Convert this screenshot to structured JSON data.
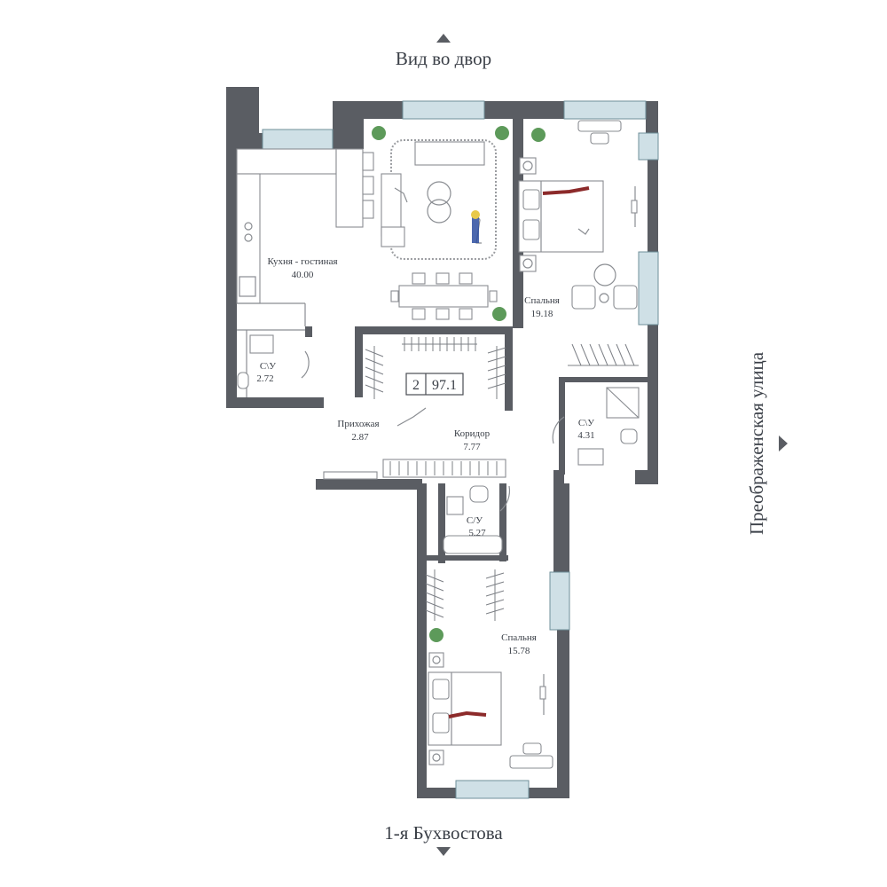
{
  "directions": {
    "top": "Вид во двор",
    "bottom": "1-я Бухвостова",
    "right": "Преображенская улица"
  },
  "badge": {
    "rooms": "2",
    "area": "97.1"
  },
  "rooms": [
    {
      "name": "Кухня - гостиная",
      "area": "40.00"
    },
    {
      "name": "Спальня",
      "area": "19.18"
    },
    {
      "name": "С\\У",
      "area": "2.72"
    },
    {
      "name": "Прихожая",
      "area": "2.87"
    },
    {
      "name": "Коридор",
      "area": "7.77"
    },
    {
      "name": "С\\У",
      "area": "4.31"
    },
    {
      "name": "С/У",
      "area": "5.27"
    },
    {
      "name": "Спальня",
      "area": "15.78"
    }
  ],
  "icons": {
    "arrow_up": "arrow-up-icon",
    "arrow_down": "arrow-down-icon",
    "arrow_right": "arrow-right-icon"
  },
  "colors": {
    "wall": "#5a5d63",
    "window": "#cfe0e6",
    "text": "#3a3f47"
  }
}
